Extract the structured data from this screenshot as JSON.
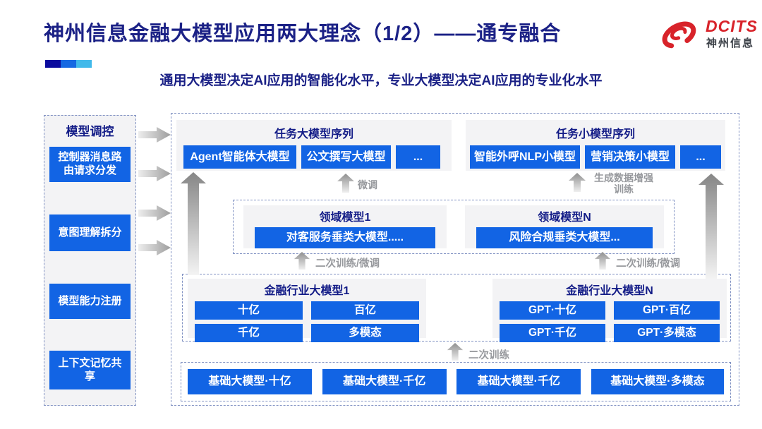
{
  "header": {
    "title": "神州信息金融大模型应用两大理念（1/2）——通专融合",
    "subtitle": "通用大模型决定AI应用的智能化水平，专业大模型决定AI应用的专业化水平",
    "logo": {
      "brand": "DCITS",
      "brand_cn": "神州信息"
    }
  },
  "colors": {
    "navy_text": "#1b2186",
    "button_blue": "#1264e4",
    "logo_red": "#d8232a",
    "dashed_border": "#8091c2",
    "deco_bar": [
      "#0b0b9e",
      "#1568e2",
      "#41b9ea"
    ]
  },
  "sidebar": {
    "title": "模型调控",
    "items": [
      {
        "label": "控制器消息路由请求分发"
      },
      {
        "label": "意图理解拆分"
      },
      {
        "label": "模型能力注册"
      },
      {
        "label": "上下文记忆共享"
      }
    ]
  },
  "diagram": {
    "task_large": {
      "title": "任务大模型序列",
      "items": [
        "Agent智能体大模型",
        "公文撰写大模型",
        "..."
      ]
    },
    "task_small": {
      "title": "任务小模型序列",
      "items": [
        "智能外呼NLP小模型",
        "营销决策小模型",
        "..."
      ]
    },
    "labels": {
      "finetune": "微调",
      "gen_data_training": "生成数据增强训练",
      "retrain_finetune": "二次训练/微调",
      "retrain": "二次训练"
    },
    "domain": {
      "left": {
        "title": "领域模型1",
        "item": "对客服务垂类大模型....."
      },
      "right": {
        "title": "领域模型N",
        "item": "风险合规垂类大模型..."
      }
    },
    "industry": {
      "left": {
        "title": "金融行业大模型1",
        "items": [
          "十亿",
          "百亿",
          "千亿",
          "多模态"
        ]
      },
      "right": {
        "title": "金融行业大模型N",
        "items": [
          "GPT·十亿",
          "GPT·百亿",
          "GPT·千亿",
          "GPT·多模态"
        ]
      }
    },
    "base": {
      "items": [
        "基础大模型·十亿",
        "基础大模型·千亿",
        "基础大模型·千亿",
        "基础大模型·多模态"
      ]
    }
  }
}
